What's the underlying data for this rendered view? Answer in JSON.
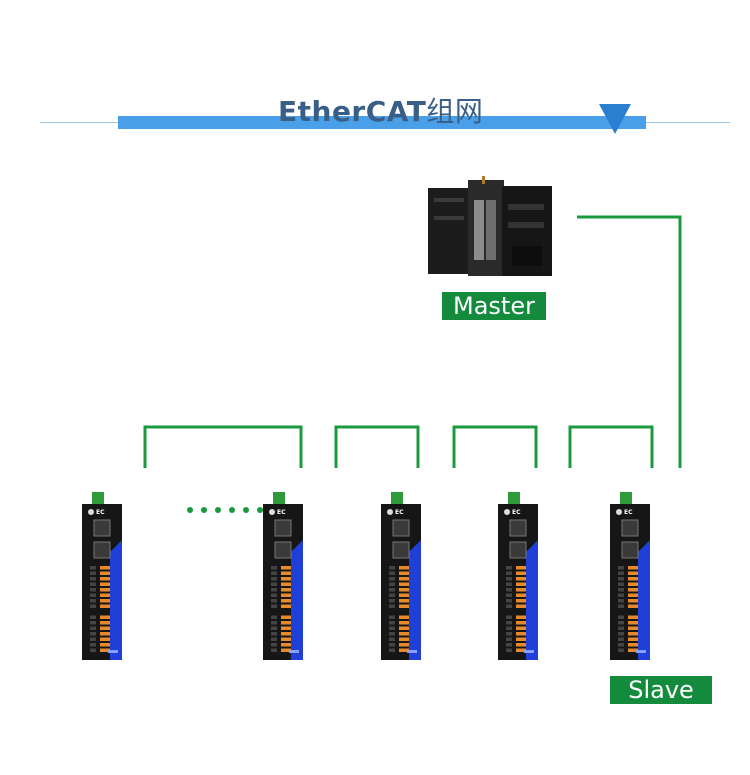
{
  "title": "EtherCAT",
  "title_cn": "组网",
  "master_label": "Master",
  "slave_label": "Slave",
  "device_brand": "EC",
  "colors": {
    "cable": "#1a9a3c",
    "bus": "#4aa0e8",
    "label_bg": "#138a3c",
    "module_blue": "#1e3fd8"
  },
  "icons": [
    "down-triangle-icon",
    "ellipsis-dots-icon"
  ]
}
